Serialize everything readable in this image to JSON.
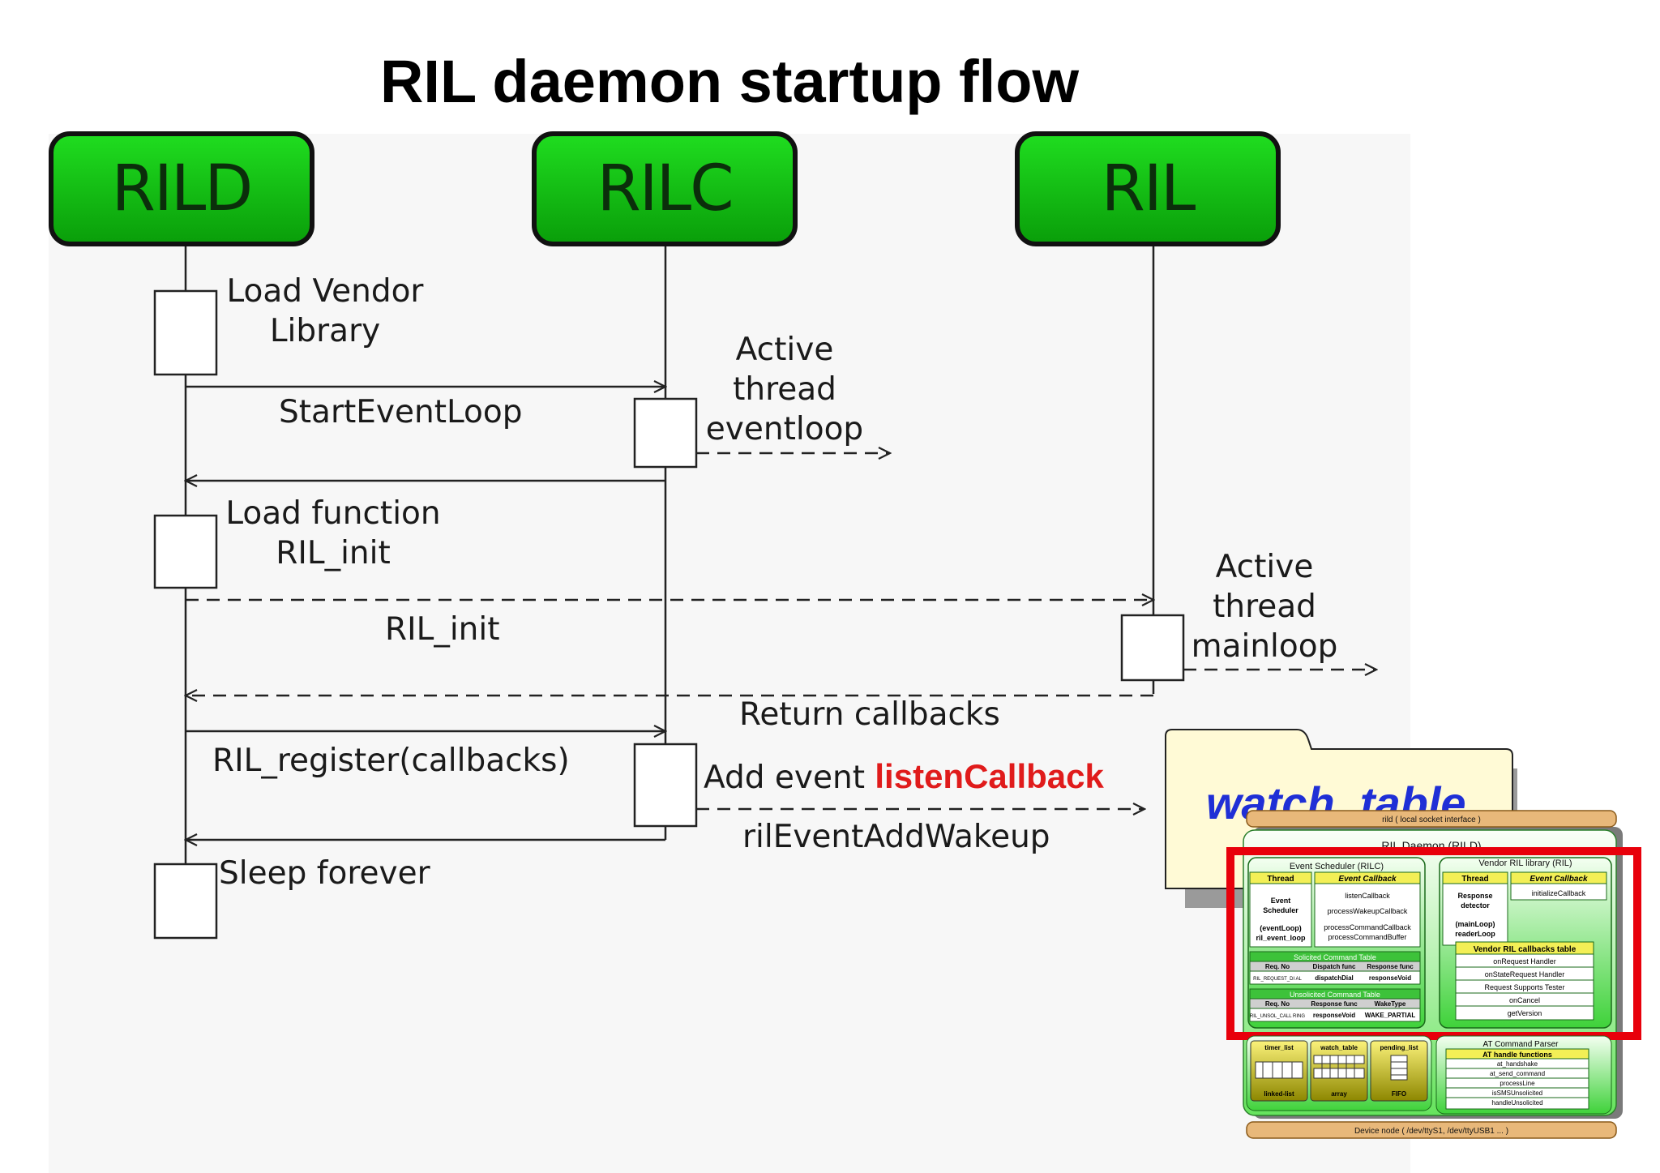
{
  "title": "RIL daemon startup flow",
  "actors": [
    "RILD",
    "RILC",
    "RIL"
  ],
  "messages": {
    "load_vendor": [
      "Load Vendor",
      "Library"
    ],
    "start_event_loop": "StartEventLoop",
    "active_eventloop": [
      "Active",
      "thread",
      "eventloop"
    ],
    "load_function": [
      "Load function",
      "RIL_init"
    ],
    "ril_init": "RIL_init",
    "active_mainloop": [
      "Active",
      "thread",
      "mainloop"
    ],
    "return_callbacks": "Return callbacks",
    "ril_register": "RIL_register(callbacks)",
    "add_event_prefix": "Add event ",
    "add_event_highlight": "listenCallback",
    "ril_event_add_wakeup": "rilEventAddWakeup",
    "sleep_forever": "Sleep forever"
  },
  "inset": {
    "folder_label": "watch_table",
    "top_bar": "rild ( local socket interface )",
    "daemon_title": "RIL Daemon (RILD)",
    "event_scheduler": {
      "title": "Event Scheduler (RILC)",
      "thread_header": "Thread",
      "callback_header": "Event Callback",
      "thread_lines": [
        "Event",
        "Scheduler",
        "",
        "(eventLoop)",
        "ril_event_loop"
      ],
      "callbacks": [
        "listenCallback",
        "processWakeupCallback",
        "processCommandCallback",
        "processCommandBuffer"
      ],
      "solicited_title": "Solicited Command Table",
      "solicited_headers": [
        "Req. No",
        "Dispatch func",
        "Response func"
      ],
      "solicited_row": [
        "RIL_REQUEST_DI AL",
        "dispatchDial",
        "responseVoid"
      ],
      "unsolicited_title": "Unsolicited Command Table",
      "unsolicited_headers": [
        "Req. No",
        "Response func",
        "WakeType"
      ],
      "unsolicited_row": [
        "RIL_UNSOL_CALL RING",
        "responseVoid",
        "WAKE_PARTIAL"
      ]
    },
    "vendor_lib": {
      "title": "Vendor RIL library (RIL)",
      "thread_header": "Thread",
      "callback_header": "Event Callback",
      "thread_lines": [
        "Response",
        "detector",
        "",
        "(mainLoop)",
        "readerLoop"
      ],
      "callback": "initializeCallback",
      "table_title": "Vendor RIL callbacks table",
      "table_rows": [
        "onRequest Handler",
        "onStateRequest Handler",
        "Request Supports Tester",
        "onCancel",
        "getVersion"
      ]
    },
    "lists": [
      {
        "title": "timer_list",
        "caption": "linked-list"
      },
      {
        "title": "watch_table",
        "caption": "array"
      },
      {
        "title": "pending_list",
        "caption": "FIFO"
      }
    ],
    "at_parser": {
      "title": "AT Command Parser",
      "subtitle": "AT handle functions",
      "rows": [
        "at_handshake",
        "at_send_command",
        "processLine",
        "isSMSUnsolicited",
        "handleUnsolicited"
      ]
    },
    "bottom_bar": "Device node ( /dev/ttyS1, /dev/ttyUSB1 ... )",
    "highlight_color": "#e8000b"
  },
  "colors": {
    "actor_green": "#1fdc1f",
    "highlight_text": "#e01b1b",
    "folder_text": "#1f2fd6"
  }
}
